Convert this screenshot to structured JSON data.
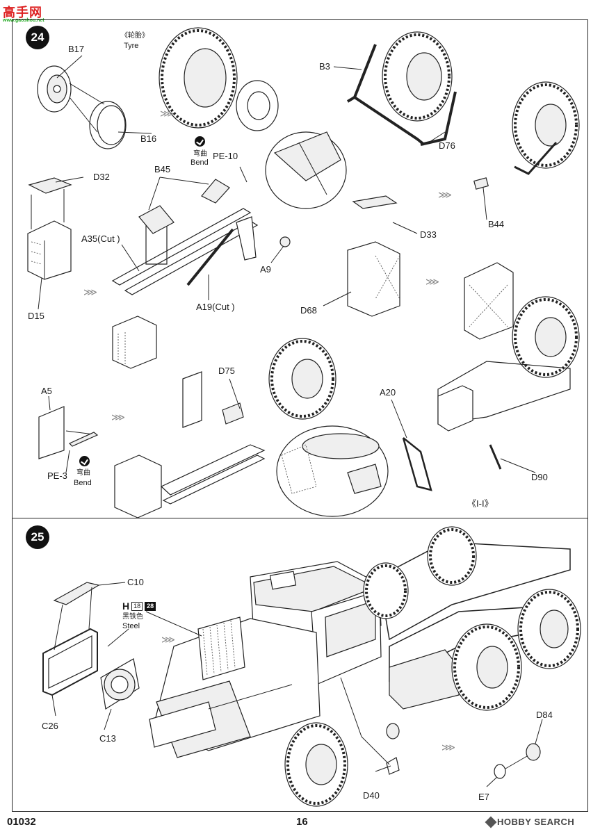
{
  "header": {
    "site_name": "高手网",
    "site_url": "www.gaoshou.net"
  },
  "steps": {
    "step24": {
      "number": "24",
      "labels": {
        "B17": "B17",
        "tyre_cn": "《轮胎》",
        "tyre": "Tyre",
        "B16": "B16",
        "B3": "B3",
        "D76": "D76",
        "B44": "B44",
        "D32": "D32",
        "B45": "B45",
        "bend_cn": "弯曲",
        "bend": "Bend",
        "PE10": "PE-10",
        "A35": "A35(Cut )",
        "A9": "A9",
        "A19": "A19(Cut )",
        "D15": "D15",
        "D33": "D33",
        "D68": "D68",
        "A5": "A5",
        "D75": "D75",
        "PE3": "PE-3",
        "A20": "A20",
        "D90": "D90",
        "section": "《I-I》"
      }
    },
    "step25": {
      "number": "25",
      "labels": {
        "C10": "C10",
        "paint_letter": "H",
        "paint_code1": "18",
        "paint_code2": "28",
        "paint_cn": "黑铁色",
        "paint_name": "Steel",
        "C26": "C26",
        "C13": "C13",
        "D40": "D40",
        "D84": "D84",
        "E7": "E7"
      }
    }
  },
  "footer": {
    "code": "01032",
    "page": "16",
    "watermark": "HOBBY SEARCH"
  }
}
